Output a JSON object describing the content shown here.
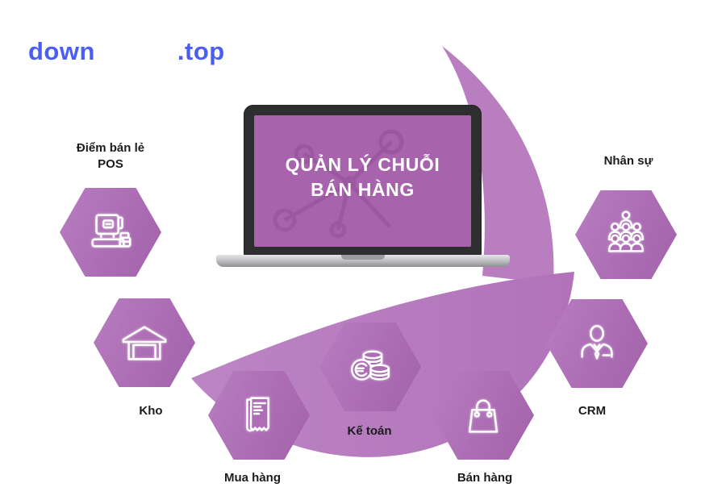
{
  "watermark": {
    "part1": "down",
    "part2": ".top",
    "color": "#4a5ef2"
  },
  "laptop": {
    "title_line1": "QUẢN LÝ CHUỖI",
    "title_line2": "BÁN HÀNG",
    "screen_icon": "network-nodes-icon",
    "screen_color": "#a763ab"
  },
  "modules": [
    {
      "id": "pos",
      "label_line1": "Điểm bán lẻ",
      "label_line2": "POS",
      "icon": "pos-terminal-icon",
      "label_position": "top"
    },
    {
      "id": "hr",
      "label": "Nhân sự",
      "icon": "people-group-icon",
      "label_position": "top"
    },
    {
      "id": "warehouse",
      "label": "Kho",
      "icon": "warehouse-icon",
      "label_position": "bottom"
    },
    {
      "id": "purchasing",
      "label": "Mua hàng",
      "icon": "receipt-icon",
      "label_position": "bottom"
    },
    {
      "id": "accounting",
      "label": "Kế toán",
      "icon": "coins-icon",
      "label_position": "bottom"
    },
    {
      "id": "sales",
      "label": "Bán hàng",
      "icon": "shopping-bag-icon",
      "label_position": "bottom"
    },
    {
      "id": "crm",
      "label": "CRM",
      "icon": "businessman-icon",
      "label_position": "bottom"
    }
  ],
  "colors": {
    "hexagon_purple": "#ab6cb3",
    "swoosh_purple": "#b77dbe",
    "screen_purple": "#a763ab",
    "label_text": "#1c1c1e",
    "watermark_blue": "#4a5ef2"
  }
}
